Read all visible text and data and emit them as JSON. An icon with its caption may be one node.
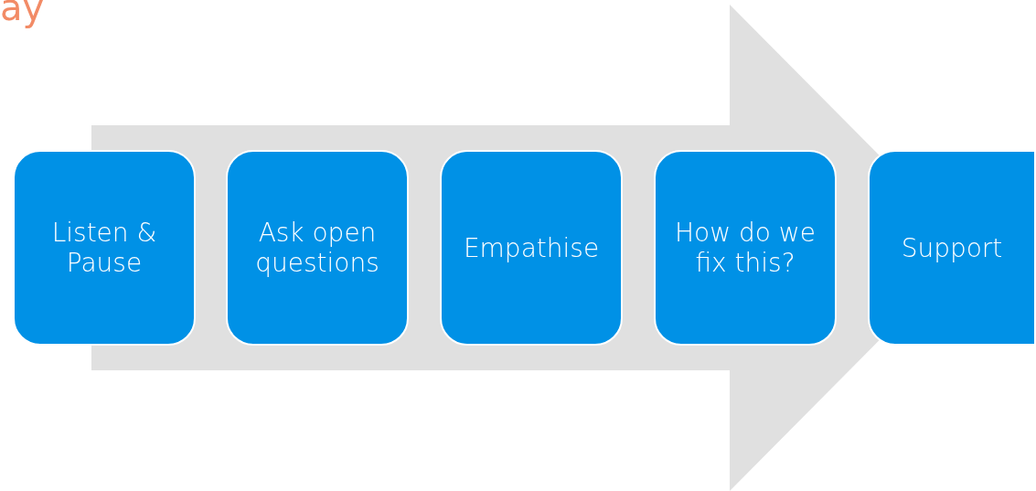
{
  "diagram": {
    "title": "ay",
    "nodes": [
      {
        "text": [
          "Listen & Pause"
        ]
      },
      {
        "text": [
          "Ask open questions"
        ]
      },
      {
        "text": [
          "Empathise"
        ]
      },
      {
        "text": [
          "How do we fix this?"
        ]
      },
      {
        "text": [
          "Support"
        ]
      }
    ],
    "edges": [
      {
        "from": 0,
        "to": 4,
        "arrow": "to"
      }
    ]
  }
}
